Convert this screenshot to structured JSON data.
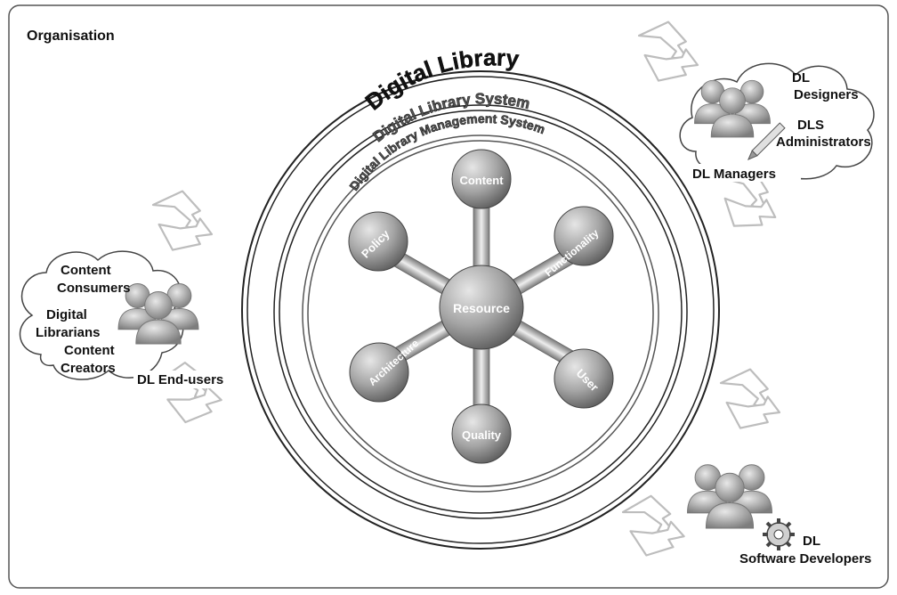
{
  "organisation_label": "Organisation",
  "rings": {
    "outer": "Digital Library",
    "middle": "Digital Library System",
    "inner": "Digital Library Management System"
  },
  "concepts": {
    "center": "Resource",
    "content": "Content",
    "functionality": "Functionality",
    "user": "User",
    "quality": "Quality",
    "architecture": "Architecture",
    "policy": "Policy"
  },
  "actor_groups": {
    "top_right": {
      "group_label": "DL Managers",
      "roles": [
        "DL",
        "Designers",
        "DLS",
        "Administrators"
      ]
    },
    "left": {
      "group_label": "DL End-users",
      "roles": [
        "Content",
        "Consumers",
        "Digital",
        "Librarians",
        "Content",
        "Creators"
      ]
    },
    "bottom_right": {
      "roles": [
        "DL",
        "Software Developers"
      ]
    }
  },
  "colors": {
    "sphere_light": "#dcdcdc",
    "sphere_dark": "#6f6f6f",
    "frame": "#555555",
    "arrow_outline": "#bfbfbf"
  },
  "icons": [
    "people-group-icon",
    "pencil-icon",
    "gear-icon",
    "cycle-arrow-icon"
  ]
}
